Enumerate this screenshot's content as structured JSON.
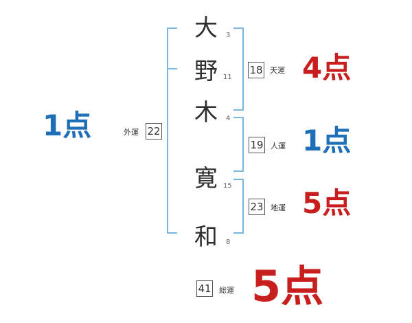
{
  "name_chars": [
    {
      "char": "大",
      "strokes": "3"
    },
    {
      "char": "野",
      "strokes": "11"
    },
    {
      "char": "木",
      "strokes": "4"
    },
    {
      "char": "寛",
      "strokes": "15"
    },
    {
      "char": "和",
      "strokes": "8"
    }
  ],
  "fortunes": {
    "outer": {
      "label": "外運",
      "value": "22",
      "score": "1点"
    },
    "heaven": {
      "label": "天運",
      "value": "18",
      "score": "4点"
    },
    "person": {
      "label": "人運",
      "value": "19",
      "score": "1点"
    },
    "earth": {
      "label": "地運",
      "value": "23",
      "score": "5点"
    },
    "total": {
      "label": "総運",
      "value": "41",
      "score": "5点"
    }
  },
  "colors": {
    "bracket": "#7ab7e0",
    "score_blue": "#1e6fb8",
    "score_red": "#c81e1e"
  }
}
